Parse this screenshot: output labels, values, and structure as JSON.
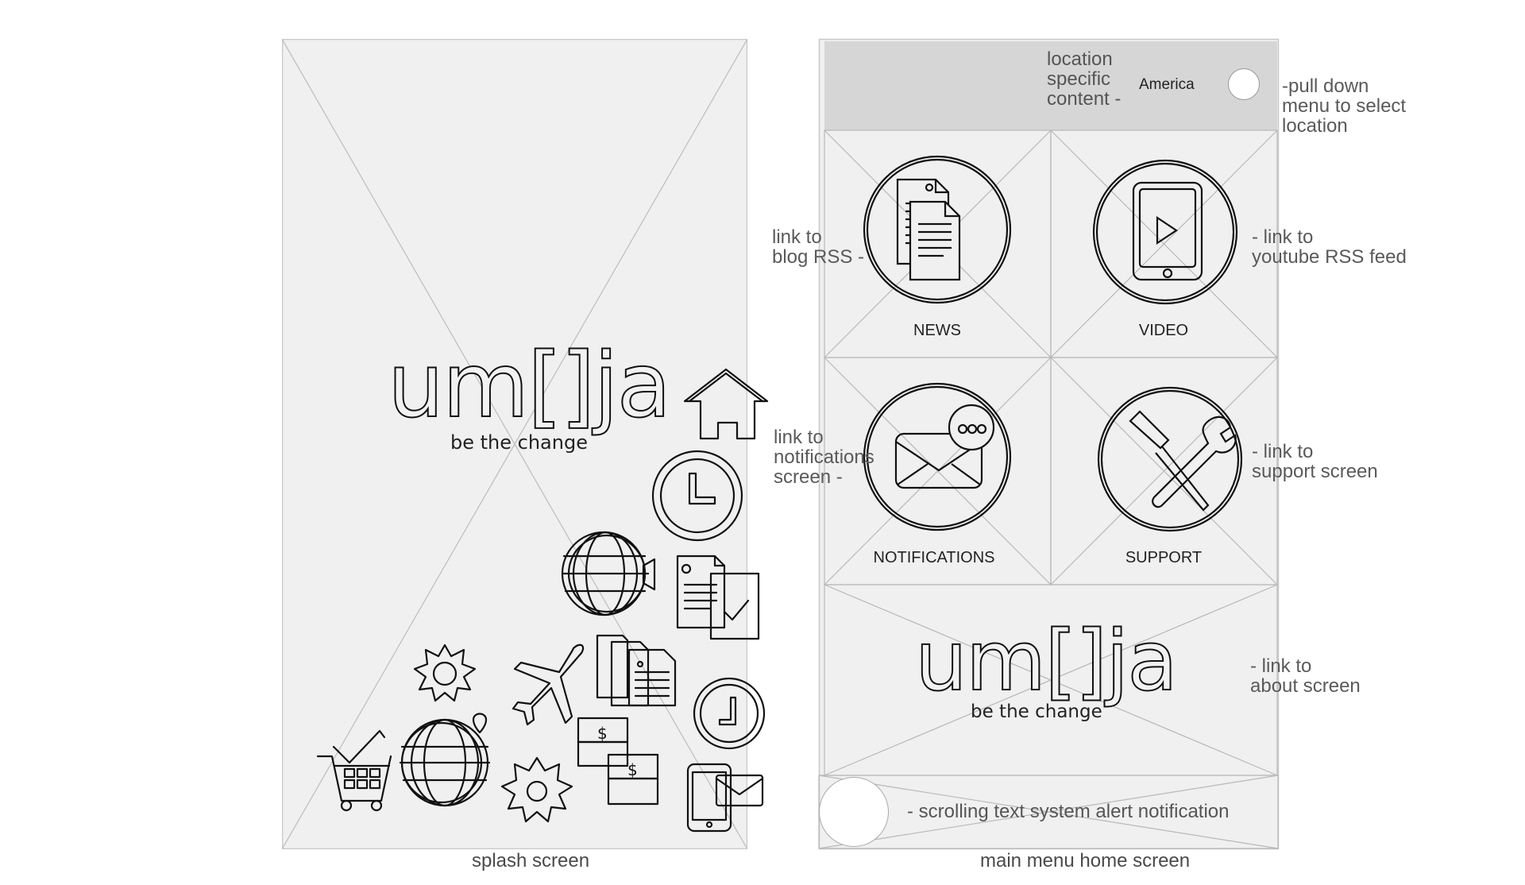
{
  "splash": {
    "brand": "um[]ja",
    "tagline": "be the change",
    "caption": "splash screen"
  },
  "home": {
    "caption": "main menu home screen",
    "location": {
      "label": "location\nspecific\ncontent -",
      "value": "America"
    },
    "tiles": [
      {
        "label": "NEWS",
        "icon": "news-document-icon"
      },
      {
        "label": "VIDEO",
        "icon": "tablet-video-icon"
      },
      {
        "label": "NOTIFICATIONS",
        "icon": "envelope-chat-icon"
      },
      {
        "label": "SUPPORT",
        "icon": "wrench-screwdriver-icon"
      }
    ],
    "brand": "um[]ja",
    "tagline": "be the change",
    "alert": "- scrolling text system alert notification"
  },
  "annotations": {
    "pull_down": "-pull down\nmenu to select\nlocation",
    "blog": "link to\nblog RSS -",
    "youtube": "- link to\nyoutube RSS feed",
    "notifications": "link to\nnotifications\nscreen -",
    "support": "- link to\nsupport screen",
    "about": "- link to\nabout screen"
  }
}
